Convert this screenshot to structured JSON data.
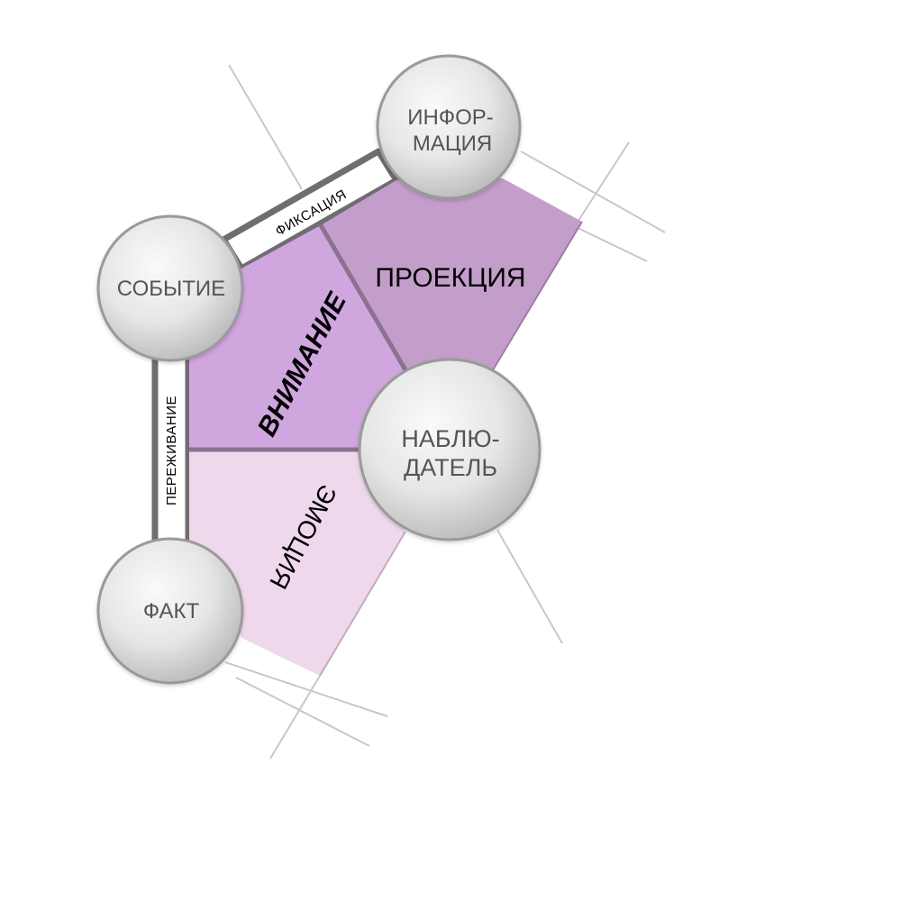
{
  "nodes": {
    "informatsiya": {
      "line1": "ИНФОР-",
      "line2": "МАЦИЯ"
    },
    "sobytie": {
      "label": "СОБЫТИЕ"
    },
    "nablyudatel": {
      "line1": "НАБЛЮ-",
      "line2": "ДАТЕЛЬ"
    },
    "fakt": {
      "label": "ФАКТ"
    }
  },
  "regions": {
    "proektsiya": {
      "label": "ПРОЕКЦИЯ",
      "color": "#c39ecb"
    },
    "vnimanie": {
      "label": "ВНИМАНИЕ",
      "color": "#cfa6de"
    },
    "emotsiya": {
      "label": "ЭМОЦИЯ",
      "color": "#efd8eb"
    }
  },
  "bands": {
    "fiksatsiya": {
      "label": "ФИКСАЦИЯ"
    },
    "perezhivanie": {
      "label": "ПЕРЕЖИВАНИЕ"
    }
  },
  "colors": {
    "band_border": "#6e6e6e",
    "region_divider": "#8a7290",
    "node_fill_light": "#f7f7f7",
    "node_fill_dark": "#bdbdbd",
    "node_stroke": "#9a9a9a",
    "guide_line": "#c8c8c8"
  }
}
